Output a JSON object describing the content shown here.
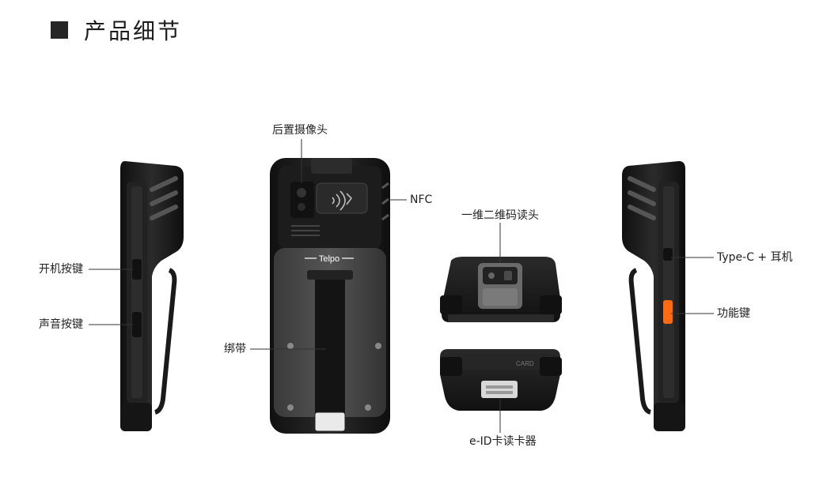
{
  "title": "产品细节",
  "callouts": {
    "rear_camera": "后置摄像头",
    "nfc": "NFC",
    "power_key": "开机按键",
    "volume_key": "声音按键",
    "strap": "绑带",
    "barcode_reader": "一维二维码读头",
    "typec_earphone": "Type-C + 耳机",
    "function_key": "功能键",
    "eid_reader": "e-ID卡读卡器"
  },
  "brand_logo": "Telpo",
  "card_slot_label": "CARD",
  "colors": {
    "device_body": "#1e1e1e",
    "function_key": "#ff6a13",
    "title_square": "#262626"
  }
}
